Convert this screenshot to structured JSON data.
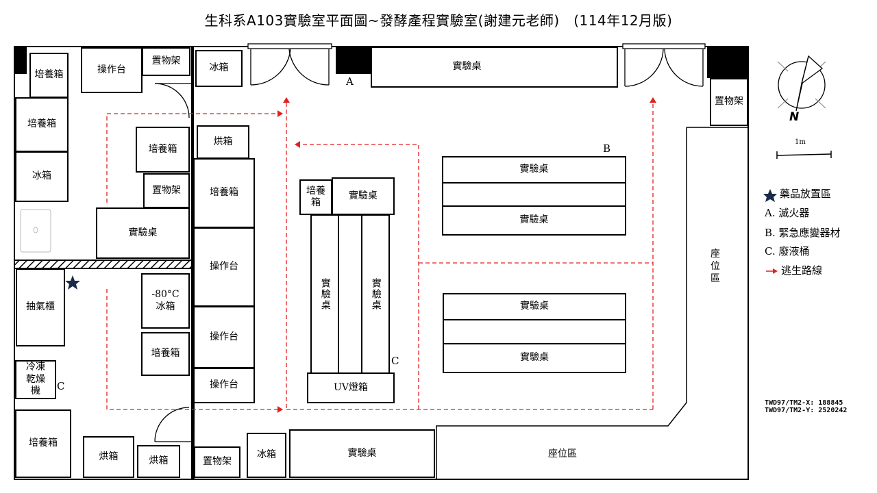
{
  "title": "生科系A103實驗室平面圖~發酵產程實驗室(謝建元老師)　(114年12月版)",
  "labels": {
    "culture_box": "培養箱",
    "operation_bench": "操作台",
    "shelf": "置物架",
    "fridge": "冰箱",
    "oven": "烘箱",
    "lab_bench": "實驗桌",
    "fume_hood": "抽氣櫃",
    "freeze_dryer": "冷凍乾燥機",
    "freezer_80": "-80°C\n冰箱",
    "uv_box": "UV燈箱",
    "seating_area": "座位區",
    "marker_a": "A",
    "marker_b": "B",
    "marker_c": "C"
  },
  "compass": {
    "north_label": "N",
    "icon": "north-arrow-icon"
  },
  "scale": {
    "label": "1m"
  },
  "legend": {
    "items": [
      {
        "icon": "star-icon",
        "text": "藥品放置區"
      },
      {
        "icon": "",
        "text": "A. 滅火器"
      },
      {
        "icon": "",
        "text": "B. 緊急應變器材"
      },
      {
        "icon": "",
        "text": "C. 廢液桶"
      },
      {
        "icon": "red-arrow-icon",
        "text": "逃生路線"
      }
    ]
  },
  "coordinates": {
    "x": "TWD97/TM2-X: 188845",
    "y": "TWD97/TM2-Y: 2520242"
  },
  "colors": {
    "escape_route": "#e02020",
    "star": "#1a2a4a",
    "wall": "#000000"
  }
}
